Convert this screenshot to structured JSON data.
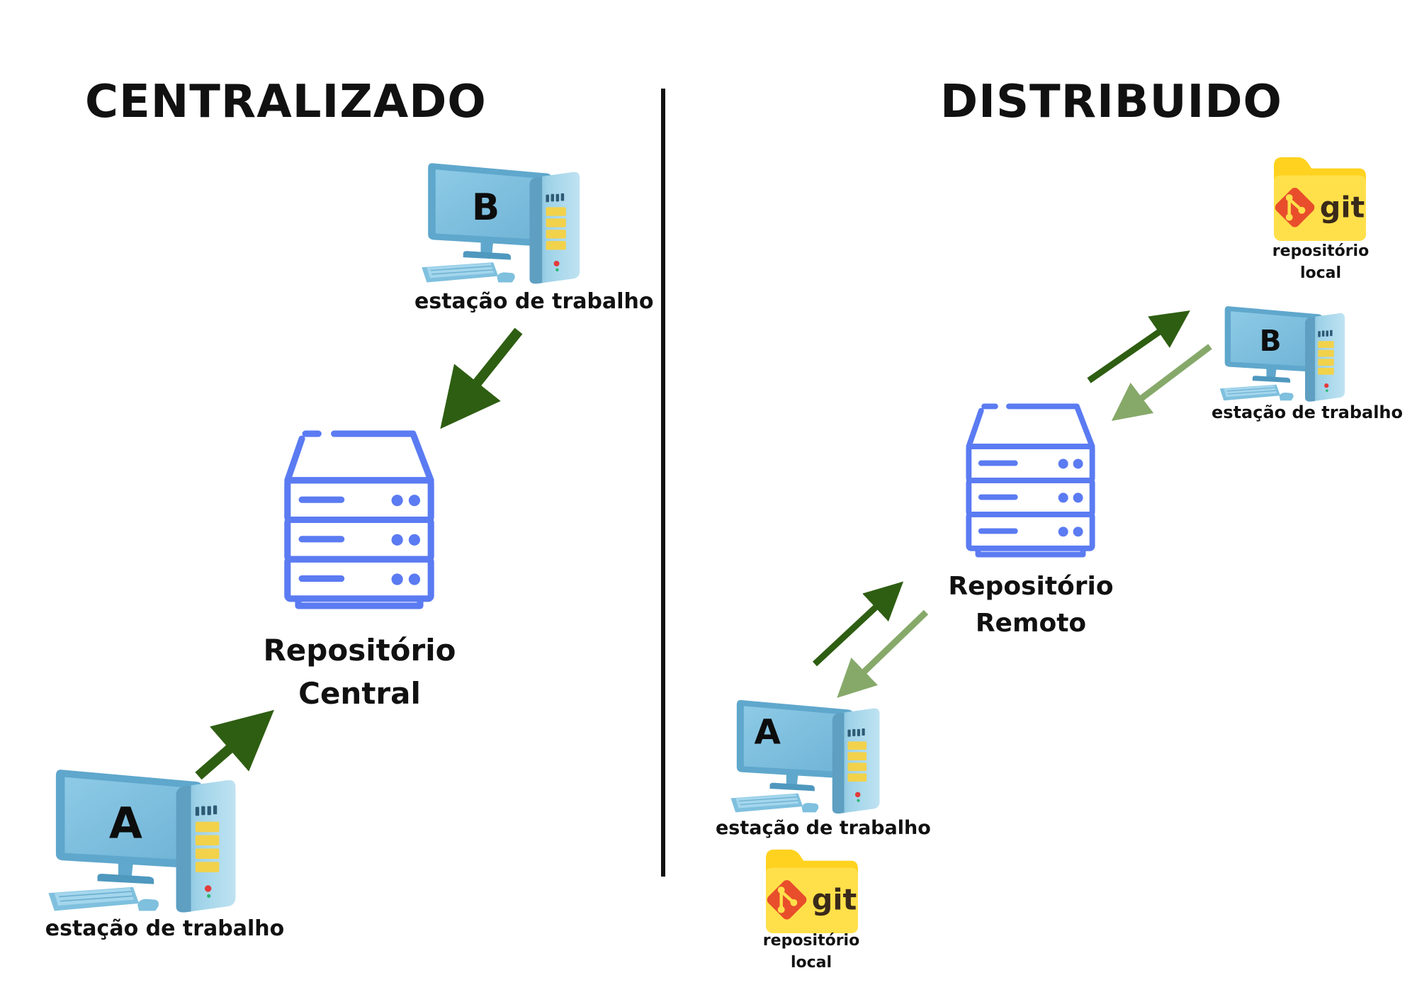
{
  "headings": {
    "centralized": "CENTRALIZADO",
    "distributed": "DISTRIBUIDO"
  },
  "centralized": {
    "workstation_a": {
      "letter": "A",
      "caption": "estação de trabalho"
    },
    "workstation_b": {
      "letter": "B",
      "caption": "estação de trabalho"
    },
    "server": {
      "line1": "Repositório",
      "line2": "Central"
    }
  },
  "distributed": {
    "workstation_a": {
      "letter": "A",
      "caption": "estação de trabalho"
    },
    "workstation_b": {
      "letter": "B",
      "caption": "estação de trabalho"
    },
    "server": {
      "line1": "Repositório",
      "line2": "Remoto"
    },
    "local_repo_a": {
      "badge": "git",
      "line1": "repositório",
      "line2": "local"
    },
    "local_repo_b": {
      "badge": "git",
      "line1": "repositório",
      "line2": "local"
    }
  },
  "colors": {
    "server_blue": "#5B7BF2",
    "arrow_dark_green": "#2E5E12",
    "arrow_light_green": "#86A96A",
    "git_folder_yellow": "#FFDD33",
    "git_logo_red": "#E84E2B"
  },
  "icons": {
    "workstation": "desktop-computer-icon",
    "server": "server-rack-icon",
    "local_repo": "git-folder-icon"
  }
}
